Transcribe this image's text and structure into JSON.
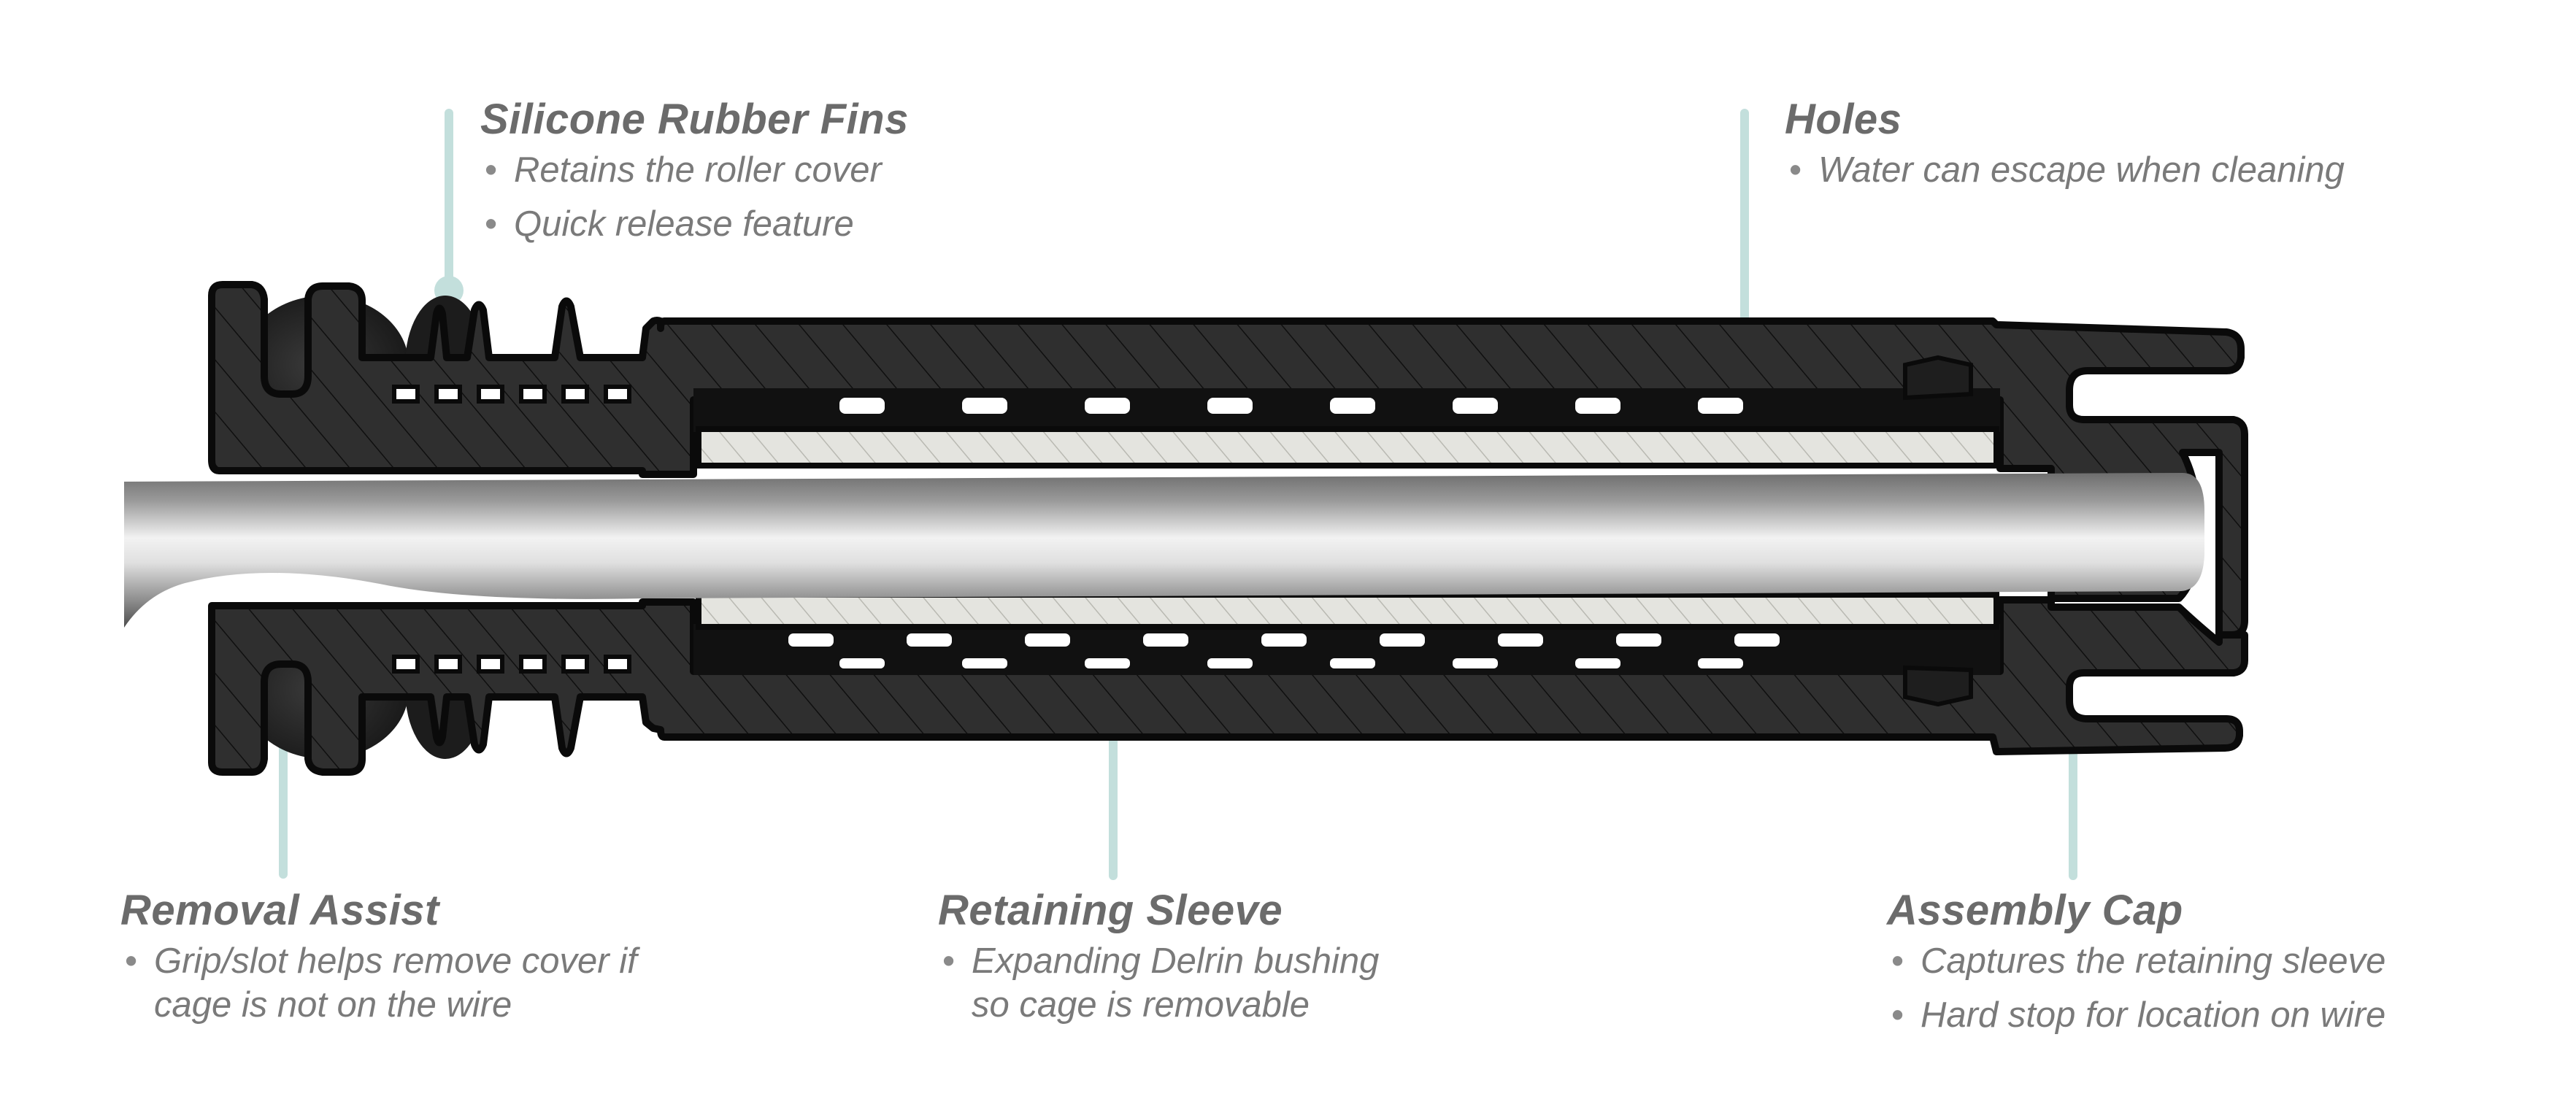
{
  "colors": {
    "leader": "#c3dfdc",
    "body": "#2f2f2f",
    "outline": "#0a0a0a",
    "sleeve": "#e4e4df",
    "heading": "#6b6b6b",
    "text": "#7a7a7a"
  },
  "callouts": {
    "fins": {
      "title": "Silicone Rubber Fins",
      "items": [
        "Retains the roller cover",
        "Quick release feature"
      ]
    },
    "holes": {
      "title": "Holes",
      "items": [
        "Water can escape when cleaning"
      ]
    },
    "removal": {
      "title": "Removal Assist",
      "items": [
        [
          "Grip/slot helps remove cover if",
          "cage is not on the wire"
        ]
      ]
    },
    "sleeve": {
      "title": "Retaining Sleeve",
      "items": [
        [
          "Expanding Delrin bushing",
          "so cage is removable"
        ]
      ]
    },
    "cap": {
      "title": "Assembly Cap",
      "items": [
        "Captures the retaining sleeve",
        "Hard stop for location on wire"
      ]
    }
  },
  "bullet": "•"
}
